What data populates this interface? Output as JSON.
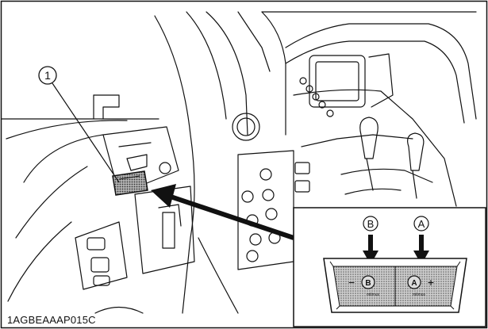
{
  "figure": {
    "code": "1AGBEAAAP015C",
    "callout_1": "1",
    "inset": {
      "label_b": "B",
      "label_a": "A",
      "minus": "−",
      "plus": "+",
      "switch_b_letter": "B",
      "switch_a_letter": "A",
      "tiny_text": "mtimus"
    }
  },
  "colors": {
    "ink": "#111111",
    "background": "#ffffff",
    "switch_fill": "#9a9a9a"
  }
}
